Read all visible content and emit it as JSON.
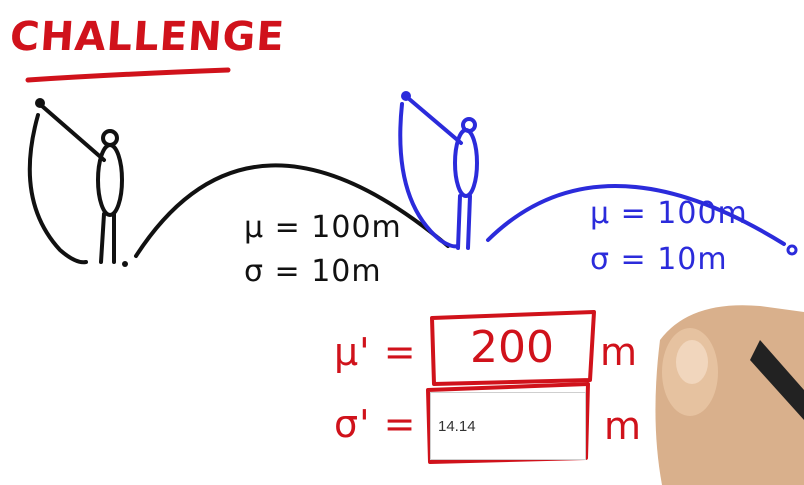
{
  "title": "CHALLENGE",
  "left_throw": {
    "mu": "μ = 100m",
    "sigma": "σ = 10m"
  },
  "right_throw": {
    "mu": "μ = 100m",
    "sigma": "σ = 10m"
  },
  "answers": {
    "mu_prime_label": "μ' =",
    "mu_prime_value": "200",
    "mu_prime_unit": "m",
    "sigma_prime_label": "σ' =",
    "sigma_prime_value": "14.14",
    "sigma_prime_unit": "m"
  },
  "colors": {
    "red": "#d0121b",
    "blue": "#2b2bdb",
    "black": "#111111",
    "skin": "#d9b08c"
  }
}
